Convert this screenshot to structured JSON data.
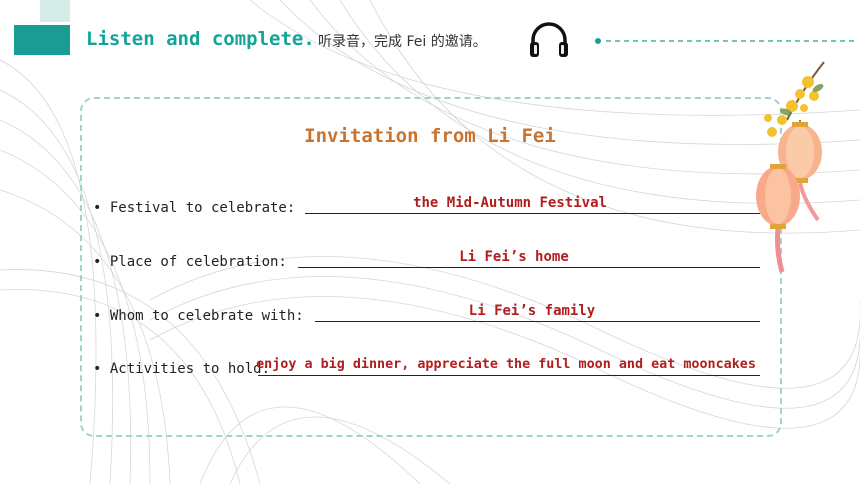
{
  "header": {
    "title_en": "Listen and complete.",
    "title_cn": "听录音，完成 Fei 的邀请。",
    "icon": "headphones-icon"
  },
  "invitation": {
    "title": "Invitation from Li Fei",
    "items": [
      {
        "label": "• Festival to celebrate:",
        "answer": "the Mid-Autumn Festival"
      },
      {
        "label": "• Place of celebration:",
        "answer": "Li Fei’s home"
      },
      {
        "label": "• Whom to celebrate with:",
        "answer": "Li Fei’s family"
      },
      {
        "label": "• Activities to hold:",
        "answer": "enjoy a big dinner, appreciate the full moon and eat mooncakes"
      }
    ]
  },
  "colors": {
    "accent": "#14a39a",
    "title_orange": "#c8742f",
    "answer_red": "#b01e1e",
    "card_border": "#9fd4cc"
  }
}
